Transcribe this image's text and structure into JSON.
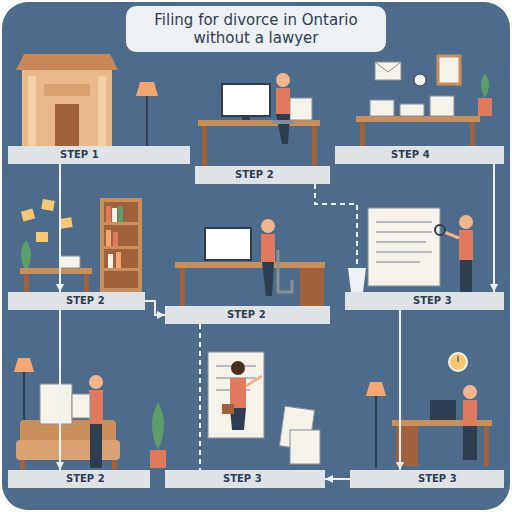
{
  "diagram": {
    "title": "Filing for divorce in Ontario without a lawyer",
    "nodes": [
      {
        "text": [
          "STEP 1"
        ]
      },
      {
        "text": [
          "STEP 2"
        ]
      },
      {
        "text": [
          "STEP 4"
        ]
      },
      {
        "text": [
          "STEP 2"
        ]
      },
      {
        "text": [
          "STEP 2"
        ]
      },
      {
        "text": [
          "STEP 3"
        ]
      },
      {
        "text": [
          "STEP 2"
        ]
      },
      {
        "text": [
          "STEP 3"
        ]
      },
      {
        "text": [
          "STEP 3"
        ]
      }
    ],
    "edges": [
      {
        "from": 0,
        "to": 3,
        "arrow": "to"
      },
      {
        "from": 1,
        "to": 5,
        "arrow": "to"
      },
      {
        "from": 2,
        "to": 5,
        "arrow": "to"
      },
      {
        "from": 3,
        "to": 4,
        "arrow": "to"
      },
      {
        "from": 3,
        "to": 6,
        "arrow": "to"
      },
      {
        "from": 5,
        "to": 8,
        "arrow": "to"
      },
      {
        "from": 8,
        "to": 7,
        "arrow": "to"
      },
      {
        "from": 4,
        "to": 7,
        "arrow": "none"
      }
    ]
  }
}
